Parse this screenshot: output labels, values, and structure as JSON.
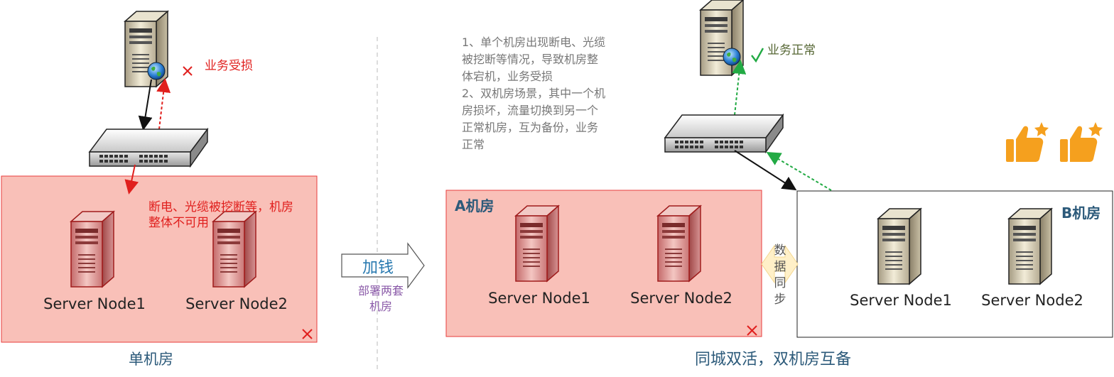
{
  "left": {
    "caption": "单机房",
    "status_text": "业务受损",
    "room_note": "断电、光缆被挖断等，机房整体不可用",
    "room_note_line1": "断电、光缆被挖断等，机房",
    "room_note_line2": "整体不可用",
    "node1": "Server Node1",
    "node2": "Server Node2"
  },
  "middle": {
    "arrow_label": "加钱",
    "arrow_sub1": "部署两套",
    "arrow_sub2": "机房"
  },
  "notes": {
    "line1": "1、单个机房出现断电、光缆",
    "line2": "被挖断等情况，导致机房整",
    "line3": "体宕机，业务受损",
    "line4": "2、双机房场景，其中一个机",
    "line5": "房损坏，流量切换到另一个",
    "line6": "正常机房，互为备份，业务",
    "line7": "正常"
  },
  "right": {
    "caption": "同城双活，双机房互备",
    "status_text": "业务正常",
    "room_a_title": "A机房",
    "room_b_title": "B机房",
    "sync_label": [
      "数",
      "据",
      "同",
      "步"
    ],
    "a_node1": "Server Node1",
    "a_node2": "Server Node2",
    "b_node1": "Server Node1",
    "b_node2": "Server Node2"
  },
  "colors": {
    "failure_red": "#e0201e",
    "room_fill": "#f9c0b8",
    "success_green": "#22aa44",
    "caption_blue": "#2c5a7a",
    "notes_gray": "#777777",
    "thumbs_orange": "#f5a01e"
  },
  "icons": [
    "server-icon",
    "globe-icon",
    "switch-icon",
    "thumbs-up-icon",
    "check-icon",
    "close-icon",
    "arrow-right-icon"
  ]
}
